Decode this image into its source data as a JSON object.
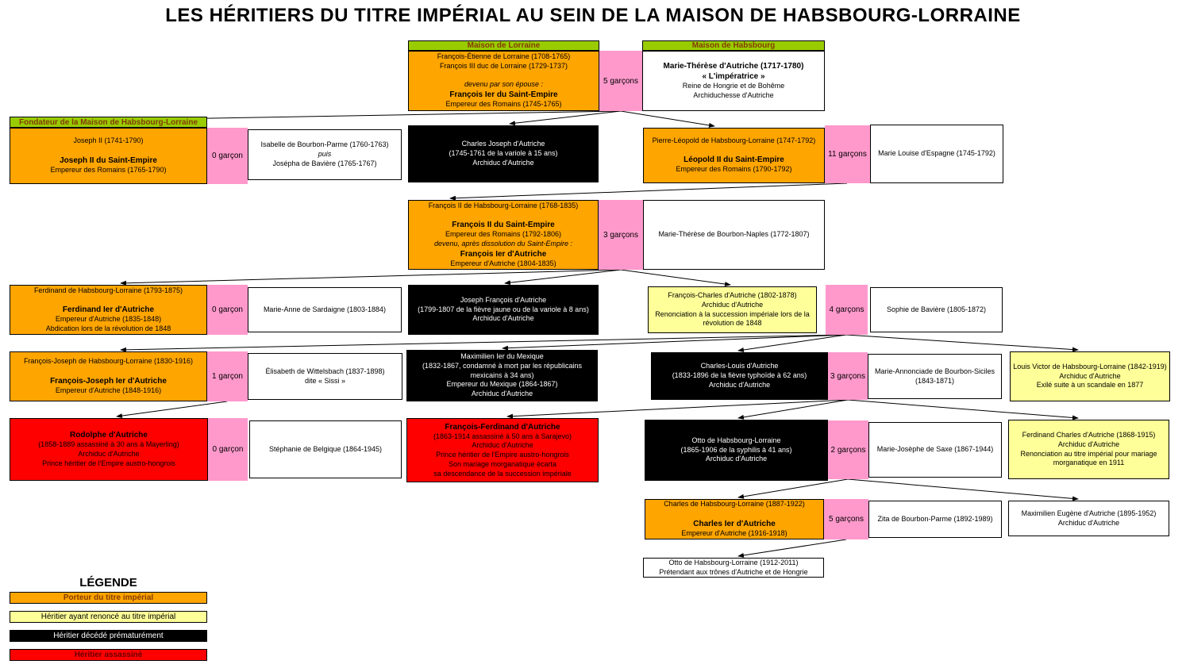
{
  "title": "LES HÉRITIERS DU TITRE IMPÉRIAL AU SEIN DE LA MAISON DE HABSBOURG-LORRAINE",
  "colors": {
    "imperial_title_holder": "#FFA500",
    "renounced_heir": "#FFFF99",
    "deceased_heir": "#000000",
    "assassinated_heir": "#FF0000",
    "sons_connector": "#FF99CC",
    "house_header": "#99CC00",
    "house_header_text": "#833C00"
  },
  "nodes": [
    {
      "id": "hdr-lorraine",
      "kind": "header",
      "lines": [
        "Maison de Lorraine"
      ]
    },
    {
      "id": "francois-etienne",
      "kind": "orange",
      "lines": [
        "François-Étienne de Lorraine (1708-1765)",
        "François III duc de Lorraine (1729-1737)",
        "",
        [
          "devenu par son épouse :",
          "i"
        ],
        [
          "François Ier du Saint-Empire",
          "b"
        ],
        "Empereur des Romains (1745-1765)"
      ]
    },
    {
      "id": "sons-1",
      "kind": "pink",
      "lines": [
        "5 garçons"
      ]
    },
    {
      "id": "hdr-habsbourg",
      "kind": "header",
      "lines": [
        "Maison de Habsbourg"
      ]
    },
    {
      "id": "marie-therese",
      "kind": "white",
      "lines": [
        [
          "Marie-Thérèse d'Autriche (1717-1780)",
          "b"
        ],
        [
          "« L'impératrice »",
          "b"
        ],
        "Reine de Hongrie et de Bohême",
        "Archiduchesse d'Autriche"
      ]
    },
    {
      "id": "hdr-fondateur",
      "kind": "header",
      "lines": [
        "Fondateur de la Maison de Habsbourg-Lorraine"
      ]
    },
    {
      "id": "joseph-2",
      "kind": "orange",
      "lines": [
        "Joseph II (1741-1790)",
        "",
        [
          "Joseph II du Saint-Empire",
          "b"
        ],
        "Empereur des Romains (1765-1790)"
      ]
    },
    {
      "id": "sons-2",
      "kind": "pink",
      "lines": [
        "0 garçon"
      ]
    },
    {
      "id": "isabelle",
      "kind": "white",
      "lines": [
        "Isabelle de Bourbon-Parme (1760-1763)",
        [
          "puis",
          "i"
        ],
        "Josépha de Bavière (1765-1767)"
      ]
    },
    {
      "id": "charles-joseph",
      "kind": "black",
      "lines": [
        "Charles Joseph d'Autriche",
        "(1745-1761 de la variole à 15 ans)",
        "Archiduc d'Autriche"
      ]
    },
    {
      "id": "pierre-leopold",
      "kind": "orange",
      "lines": [
        "Pierre-Léopold de Habsbourg-Lorraine (1747-1792)",
        "",
        [
          "Léopold II du Saint-Empire",
          "b"
        ],
        "Empereur des Romains (1790-1792)"
      ]
    },
    {
      "id": "sons-3",
      "kind": "pink",
      "lines": [
        "11 garçons"
      ]
    },
    {
      "id": "marie-louise",
      "kind": "white",
      "lines": [
        "Marie Louise d'Espagne (1745-1792)"
      ]
    },
    {
      "id": "francois-2",
      "kind": "orange",
      "lines": [
        "François II de Habsbourg-Lorraine (1768-1835)",
        "",
        [
          "François II du Saint-Empire",
          "b"
        ],
        "Empereur des Romains (1792-1806)",
        [
          "devenu, après dissolution du Saint-Empire :",
          "i"
        ],
        [
          "François Ier d'Autriche",
          "b"
        ],
        "Empereur d'Autriche (1804-1835)"
      ]
    },
    {
      "id": "sons-4",
      "kind": "pink",
      "lines": [
        "3 garçons"
      ]
    },
    {
      "id": "mt-naples",
      "kind": "white",
      "lines": [
        "Marie-Thérèse de Bourbon-Naples (1772-1807)"
      ]
    },
    {
      "id": "ferdinand-1",
      "kind": "orange",
      "lines": [
        "Ferdinand de Habsbourg-Lorraine (1793-1875)",
        "",
        [
          "Ferdinand Ier d'Autriche",
          "b"
        ],
        "Empereur d'Autriche (1835-1848)",
        "Abdication lors de la révolution de 1848"
      ]
    },
    {
      "id": "sons-5",
      "kind": "pink",
      "lines": [
        "0 garçon"
      ]
    },
    {
      "id": "marie-anne",
      "kind": "white",
      "lines": [
        "Marie-Anne de Sardaigne (1803-1884)"
      ]
    },
    {
      "id": "joseph-francois",
      "kind": "black",
      "lines": [
        "Joseph François d'Autriche",
        "(1799-1807 de la fièvre jaune ou de la variole à 8 ans)",
        "Archiduc d'Autriche"
      ]
    },
    {
      "id": "francois-charles",
      "kind": "yellow",
      "lines": [
        "François-Charles d'Autriche (1802-1878)",
        "Archiduc d'Autriche",
        "Renonciation à la succession impériale lors de la révolution de 1848"
      ]
    },
    {
      "id": "sons-6",
      "kind": "pink",
      "lines": [
        "4 garçons"
      ]
    },
    {
      "id": "sophie",
      "kind": "white",
      "lines": [
        "Sophie de Bavière (1805-1872)"
      ]
    },
    {
      "id": "francois-joseph",
      "kind": "orange",
      "lines": [
        "François-Joseph de Habsbourg-Lorraine (1830-1916)",
        "",
        [
          "François-Joseph Ier d'Autriche",
          "b"
        ],
        "Empereur d'Autriche (1848-1916)"
      ]
    },
    {
      "id": "sons-7",
      "kind": "pink",
      "lines": [
        "1 garçon"
      ]
    },
    {
      "id": "elisabeth",
      "kind": "white",
      "lines": [
        "Élisabeth de Wittelsbach (1837-1898)",
        "dite « Sissi »"
      ]
    },
    {
      "id": "maximilien-mex",
      "kind": "black",
      "lines": [
        "Maximilien Ier du Mexique",
        "(1832-1867, condamné à mort par les républicains",
        "mexicains à 34 ans)",
        "Empereur du Mexique (1864-1867)",
        "Archiduc d'Autriche"
      ]
    },
    {
      "id": "charles-louis",
      "kind": "black",
      "lines": [
        "Charles-Louis d'Autriche",
        "(1833-1896 de la fièvre typhoïde à 62 ans)",
        "Archiduc d'Autriche"
      ]
    },
    {
      "id": "sons-8",
      "kind": "pink",
      "lines": [
        "3 garçons"
      ]
    },
    {
      "id": "marie-annonciade",
      "kind": "white",
      "lines": [
        "Marie-Annonciade de Bourbon-Siciles",
        "(1843-1871)"
      ]
    },
    {
      "id": "louis-victor",
      "kind": "yellow",
      "lines": [
        "Louis Victor de Habsbourg-Lorraine (1842-1919)",
        "Archiduc d'Autriche",
        "Exilé suite à un scandale en 1877"
      ]
    },
    {
      "id": "rodolphe",
      "kind": "red",
      "lines": [
        [
          "Rodolphe d'Autriche",
          "b"
        ],
        "(1858-1889 assassiné à 30 ans à Mayerling)",
        "Archiduc d'Autriche",
        "Prince héritier de l'Empire austro-hongrois"
      ]
    },
    {
      "id": "sons-9",
      "kind": "pink",
      "lines": [
        "0 garçon"
      ]
    },
    {
      "id": "stephanie",
      "kind": "white",
      "lines": [
        "Stéphanie de Belgique (1864-1945)"
      ]
    },
    {
      "id": "francois-ferdinand",
      "kind": "red",
      "lines": [
        [
          "François-Ferdinand d'Autriche",
          "b"
        ],
        "(1863-1914 assassiné à 50 ans à Sarajevo)",
        "Archiduc d'Autriche",
        "Prince héritier de l'Empire austro-hongrois",
        "Son mariage morganatique écarta",
        "sa descendance de la succession impériale"
      ]
    },
    {
      "id": "otto-hl",
      "kind": "black",
      "lines": [
        "Otto de Habsbourg-Lorraine",
        "(1865-1906 de la syphilis à 41 ans)",
        "Archiduc d'Autriche"
      ]
    },
    {
      "id": "sons-10",
      "kind": "pink",
      "lines": [
        "2 garçons"
      ]
    },
    {
      "id": "marie-josephe",
      "kind": "white",
      "lines": [
        "Marie-Josèphe de Saxe (1867-1944)"
      ]
    },
    {
      "id": "ferdinand-charles",
      "kind": "yellow",
      "lines": [
        "Ferdinand Charles d'Autriche (1868-1915)",
        "Archiduc d'Autriche",
        "Renonciation au titre impérial pour mariage morganatique en 1911"
      ]
    },
    {
      "id": "charles-1",
      "kind": "orange",
      "lines": [
        "Charles de Habsbourg-Lorraine (1887-1922)",
        "",
        [
          "Charles Ier d'Autriche",
          "b"
        ],
        "Empereur d'Autriche (1916-1918)"
      ]
    },
    {
      "id": "sons-11",
      "kind": "pink",
      "lines": [
        "5 garçons"
      ]
    },
    {
      "id": "zita",
      "kind": "white",
      "lines": [
        "Zita de Bourbon-Parme (1892-1989)"
      ]
    },
    {
      "id": "maximilien-eugene",
      "kind": "white",
      "lines": [
        "Maximilien Eugène d'Autriche (1895-1952)",
        "Archiduc d'Autriche"
      ]
    },
    {
      "id": "otto-fils",
      "kind": "white",
      "lines": [
        "Otto de Habsbourg-Lorraine (1912-2011)",
        "Prétendant aux trônes d'Autriche et de Hongrie"
      ]
    }
  ],
  "legend": {
    "title": "LÉGENDE",
    "items": [
      {
        "kind": "orange",
        "label": "Porteur du titre impérial"
      },
      {
        "kind": "yellow",
        "label": "Héritier ayant renoncé au titre impérial"
      },
      {
        "kind": "black",
        "label": "Héritier décédé prématurément"
      },
      {
        "kind": "red",
        "label": "Héritier assassiné"
      }
    ]
  }
}
